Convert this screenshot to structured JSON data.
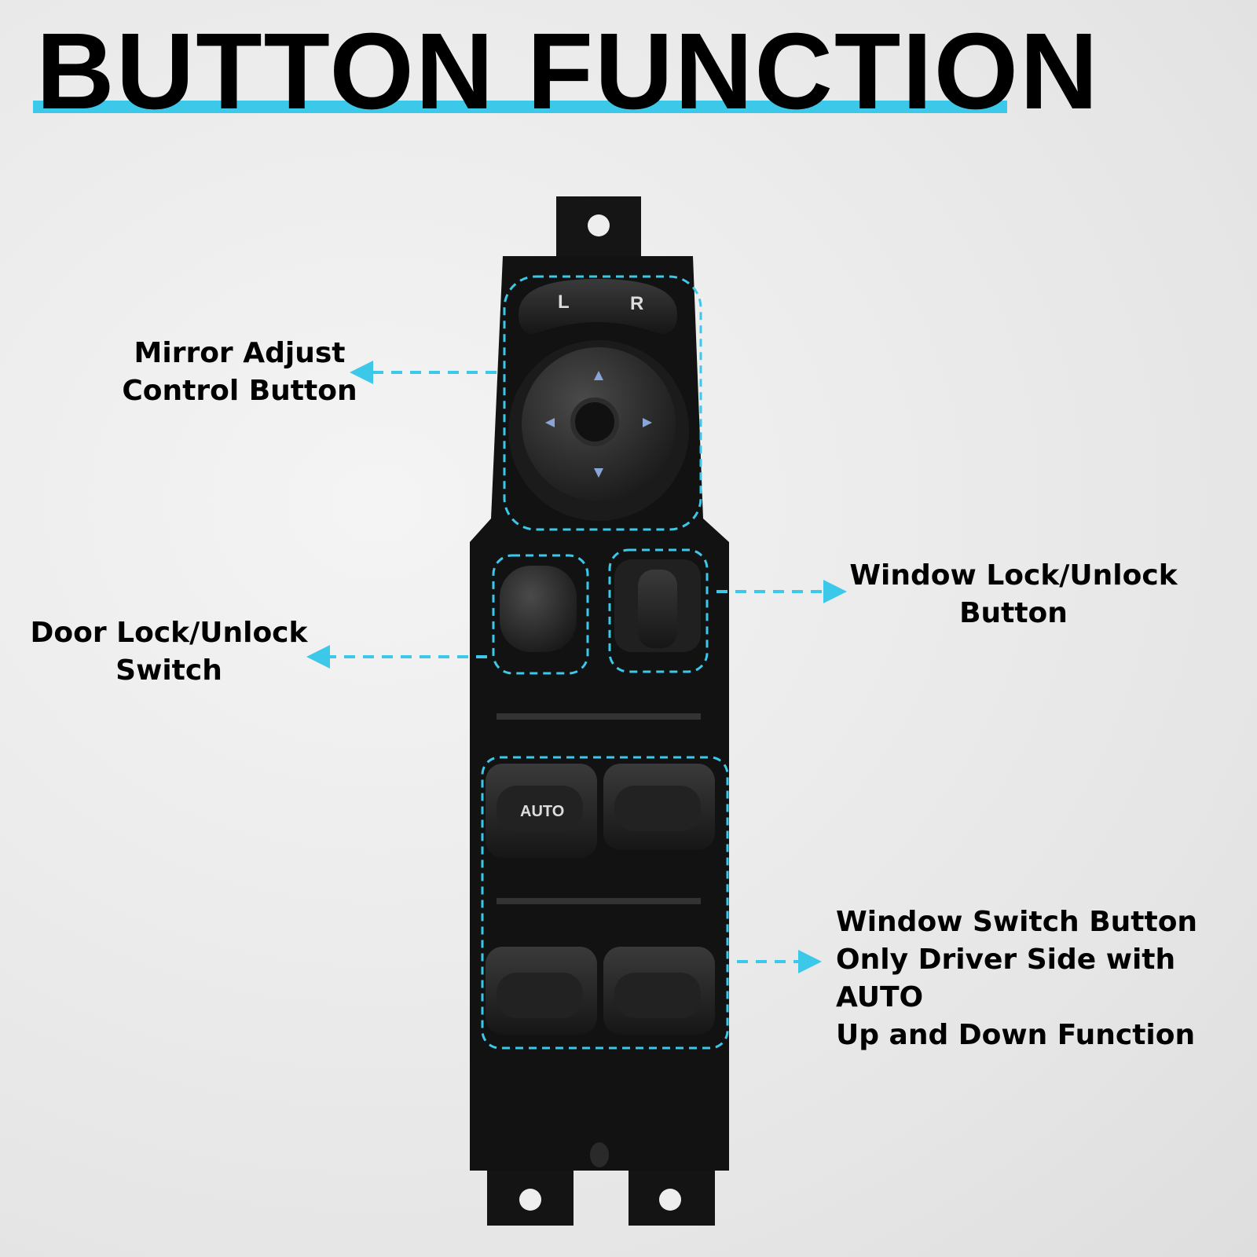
{
  "title": "BUTTON FUNCTION",
  "colors": {
    "accent": "#3cc8e8",
    "panel": "#121212"
  },
  "labels": {
    "mirror": [
      "Mirror Adjust",
      "Control Button"
    ],
    "door_lock": [
      "Door Lock/Unlock",
      "Switch"
    ],
    "window_lock": [
      "Window Lock/Unlock",
      "Button"
    ],
    "window_switch": [
      "Window Switch Button",
      "Only Driver Side with AUTO",
      "Up and Down Function"
    ]
  },
  "switch": {
    "left_label": "L",
    "right_label": "R",
    "auto_label": "AUTO"
  }
}
